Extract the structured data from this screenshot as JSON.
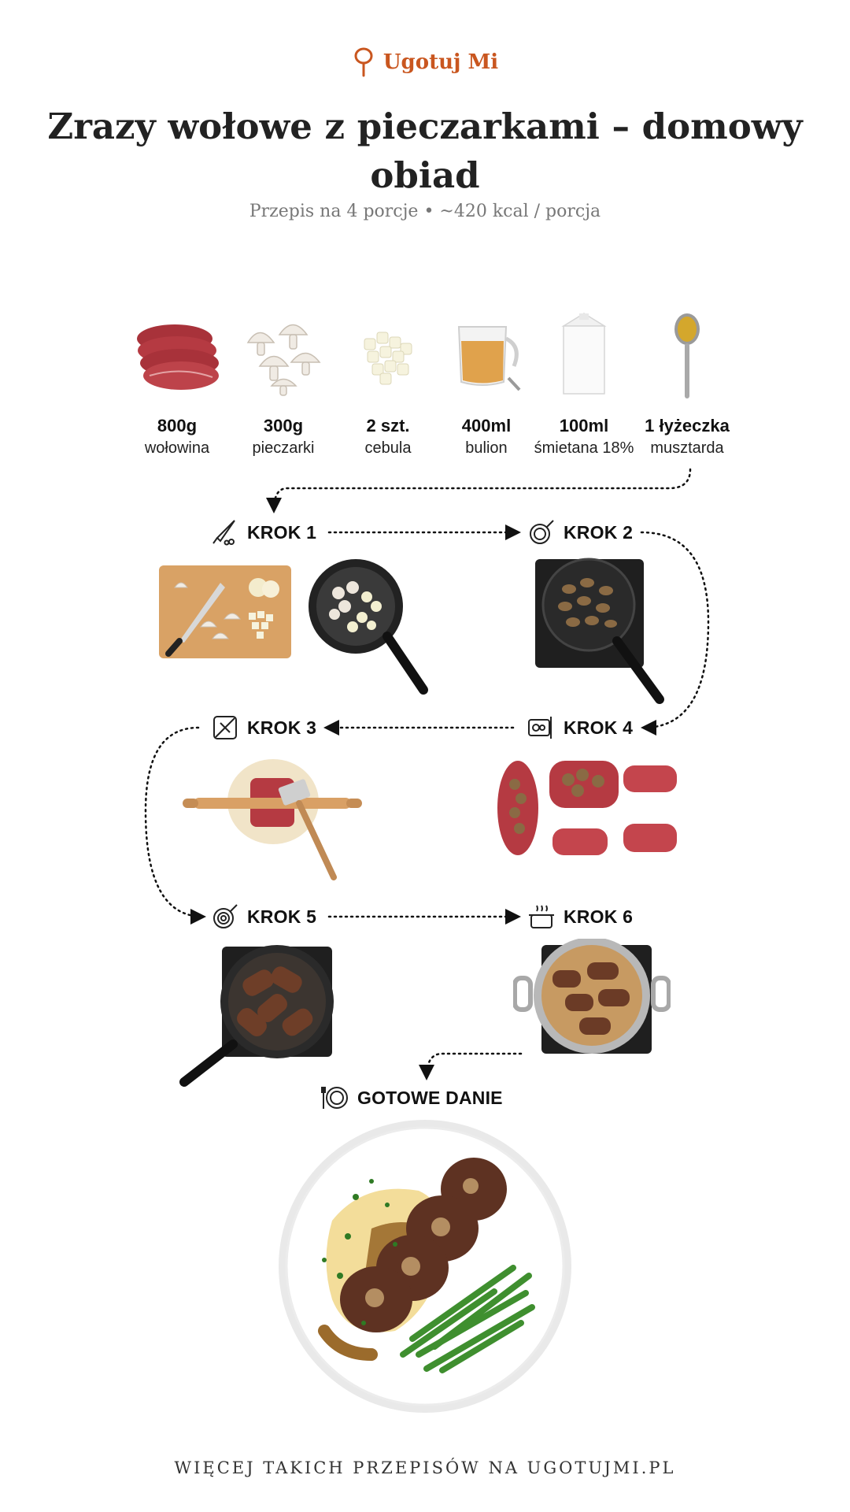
{
  "brand": {
    "name": "Ugotuj Mi",
    "accent": "#c9561f"
  },
  "recipe": {
    "title": "Zrazy wołowe z pieczarkami – domowy obiad",
    "subtitle": "Przepis na 4 porcje • ~420 kcal / porcja"
  },
  "ingredients": [
    {
      "qty": "800g",
      "name": "wołowina",
      "icon": "beef-slices"
    },
    {
      "qty": "300g",
      "name": "pieczarki",
      "icon": "mushrooms"
    },
    {
      "qty": "2 szt.",
      "name": "cebula",
      "icon": "diced-onion"
    },
    {
      "qty": "400ml",
      "name": "bulion",
      "icon": "broth-jug"
    },
    {
      "qty": "100ml",
      "name": "śmietana 18%",
      "icon": "cream-carton"
    },
    {
      "qty": "1 łyżeczka",
      "name": "musztarda",
      "icon": "mustard-spoon"
    }
  ],
  "steps": [
    {
      "label": "KROK 1",
      "icon": "knife-icon"
    },
    {
      "label": "KROK 2",
      "icon": "pan-icon"
    },
    {
      "label": "KROK 3",
      "icon": "mallet-icon"
    },
    {
      "label": "KROK 4",
      "icon": "roll-icon"
    },
    {
      "label": "KROK 5",
      "icon": "pan-icon"
    },
    {
      "label": "KROK 6",
      "icon": "pot-icon"
    }
  ],
  "final": {
    "label": "GOTOWE DANIE",
    "icon": "plate-icon"
  },
  "footer": "WIĘCEJ TAKICH PRZEPISÓW NA UGOTUJMI.PL"
}
